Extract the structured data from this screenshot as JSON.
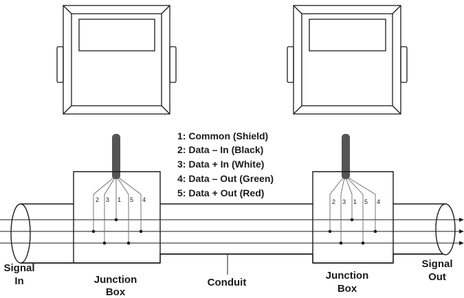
{
  "legend": [
    "1: Common (Shield)",
    "2: Data – In (Black)",
    "3: Data + In (White)",
    "4: Data – Out (Green)",
    "5: Data + Out (Red)"
  ],
  "labels": {
    "signal_in": [
      "Signal",
      "In"
    ],
    "signal_out": [
      "Signal",
      "Out"
    ],
    "junction_box": [
      "Junction",
      "Box"
    ],
    "conduit": "Conduit"
  },
  "pins": [
    "2",
    "3",
    "1",
    "5",
    "4"
  ],
  "colors": {
    "line": "#1a1a1a",
    "cable": "#555555",
    "wire": "#666666",
    "text": "#1a1a1a"
  }
}
